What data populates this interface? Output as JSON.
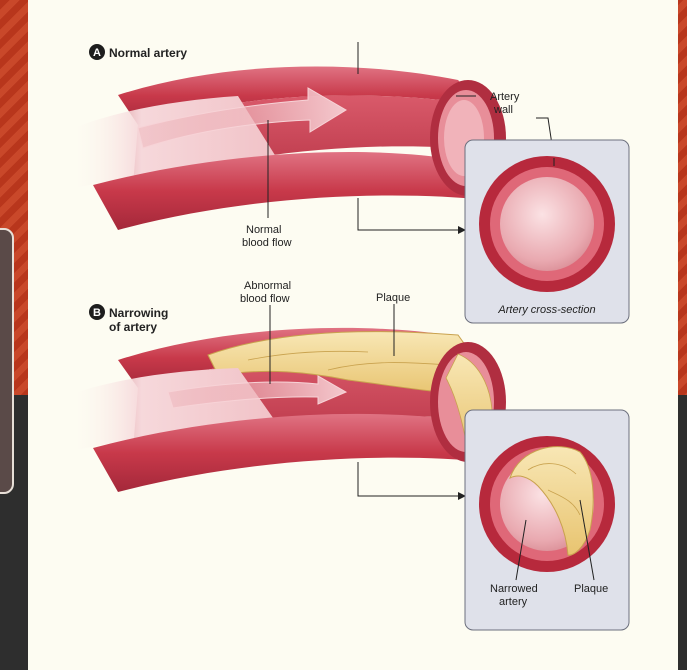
{
  "section_a": {
    "badge": "A",
    "title": "Normal artery"
  },
  "section_b": {
    "badge": "B",
    "title_line1": "Narrowing",
    "title_line2": "of artery"
  },
  "labels": {
    "artery_wall_1": "Artery",
    "artery_wall_2": "wall",
    "normal_flow_1": "Normal",
    "normal_flow_2": "blood flow",
    "abnormal_flow_1": "Abnormal",
    "abnormal_flow_2": "blood flow",
    "plaque_top": "Plaque",
    "cross_section_caption": "Artery cross-section",
    "narrowed_1": "Narrowed",
    "narrowed_2": "artery",
    "plaque_cross": "Plaque"
  },
  "colors": {
    "artery_outer": "#c8394a",
    "artery_inner": "#e06a78",
    "lumen": "#f2b7bd",
    "plaque": "#f0d690",
    "inset_bg": "#dfe1ea",
    "background_red": "#b8361c",
    "panel": "#fdfcf2"
  }
}
